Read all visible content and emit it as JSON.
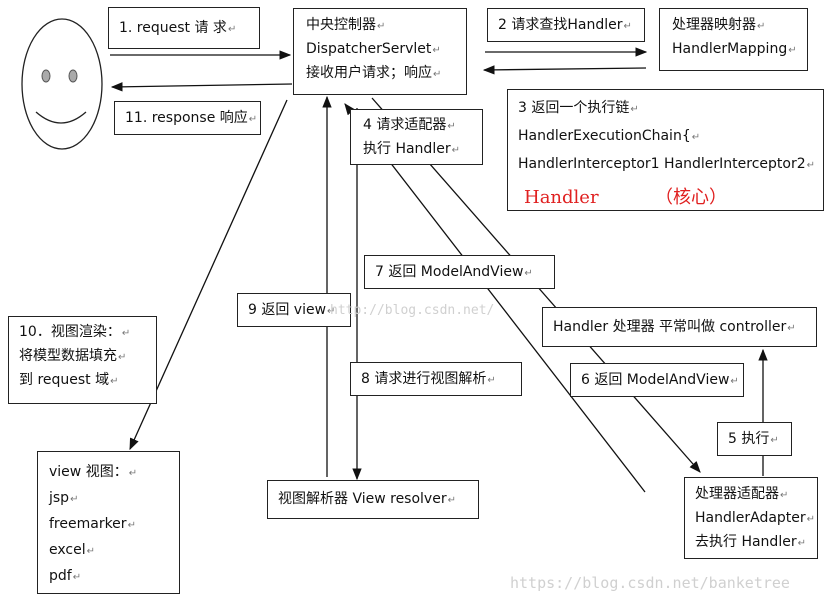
{
  "boxes": {
    "request": "1.   request  请 求",
    "dispatcher": [
      "中央控制器",
      "DispatcherServlet",
      "接收用户请求；响应"
    ],
    "find_handler": "2 请求查找Handler",
    "handler_mapping": [
      "处理器映射器",
      "HandlerMapping"
    ],
    "response": "11. response 响应",
    "exec_chain": [
      "3 返回一个执行链",
      "HandlerExecutionChain{",
      "HandlerInterceptor1 HandlerInterceptor2"
    ],
    "exec_chain_handler": "Handler",
    "exec_chain_core": "（核心）",
    "adapter_request": [
      "4  请求适配器",
      "执行 Handler"
    ],
    "return_mav_7": "7 返回 ModelAndView",
    "return_view_9": "9 返回 view",
    "render": [
      "10．视图渲染：",
      "将模型数据填充",
      "到 request 域"
    ],
    "handler_controller": "Handler 处理器  平常叫做 controller",
    "view_resolve_8": "8 请求进行视图解析",
    "return_mav_6": "6 返回 ModelAndView",
    "execute_5": "5 执行",
    "view_types": [
      "view 视图：",
      "jsp",
      "freemarker",
      "excel",
      "pdf"
    ],
    "view_resolver": "视图解析器 View resolver",
    "handler_adapter": [
      "处理器适配器",
      "HandlerAdapter",
      "去执行 Handler"
    ]
  },
  "watermarks": {
    "center": "http://blog.csdn.net/",
    "bottom": "https://blog.csdn.net/banketree"
  },
  "para_mark": "↵"
}
